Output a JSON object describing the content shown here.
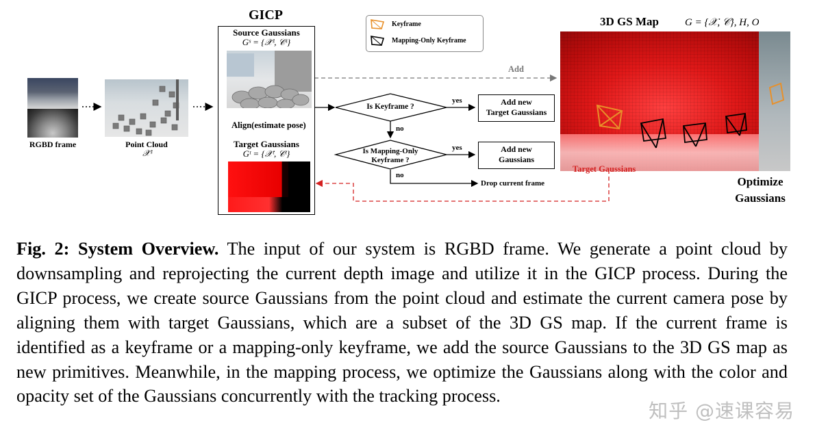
{
  "figure": {
    "rgbd_label": "RGBD frame",
    "point_cloud_label": "Point Cloud",
    "point_cloud_symbol": "𝒳ˢ",
    "gicp_title": "GICP",
    "source_title": "Source Gaussians",
    "source_formula": "Gˢ = {𝒳ˢ, 𝒞ˢ}",
    "align_label": "Align(estimate pose)",
    "target_title": "Target Gaussians",
    "target_formula": "Gᵗ = {𝒳ᵗ, 𝒞ᵗ}",
    "legend": {
      "keyframe": "Keyframe",
      "mapping_only": "Mapping-Only Keyframe",
      "keyframe_color": "#e8902a",
      "mapping_color": "#000000"
    },
    "add_label": "Add",
    "decision1": "Is Keyframe ?",
    "decision2_line1": "Is Mapping-Only",
    "decision2_line2": "Keyframe ?",
    "yes1": "yes",
    "yes2": "yes",
    "no1": "no",
    "no2": "no",
    "result1_line1": "Add new",
    "result1_line2": "Target Gaussians",
    "result2_line1": "Add new",
    "result2_line2": "Gaussians",
    "drop_label": "Drop current frame",
    "map_title": "3D GS Map",
    "map_formula": "G = {𝒳, 𝒞}, H, O",
    "map_target_label": "Target Gaussians",
    "optimize_line1": "Optimize",
    "optimize_line2": "Gaussians",
    "accent_red": "#d42020"
  },
  "caption": {
    "lead": "Fig. 2: System Overview.",
    "body": "The input of our system is RGBD frame. We generate a point cloud by downsampling and reprojecting the current depth image and utilize it in the GICP process. During the GICP process, we create source Gaussians from the point cloud and estimate the current camera pose by aligning them with target Gaussians, which are a subset of the 3D GS map. If the current frame is identified as a keyframe or a mapping-only keyframe, we add the source Gaussians to the 3D GS map as new primitives. Meanwhile, in the mapping process, we optimize the Gaussians along with the color and opacity set of the Gaussians concurrently with the tracking process."
  },
  "watermark": "知乎 @速课容易"
}
